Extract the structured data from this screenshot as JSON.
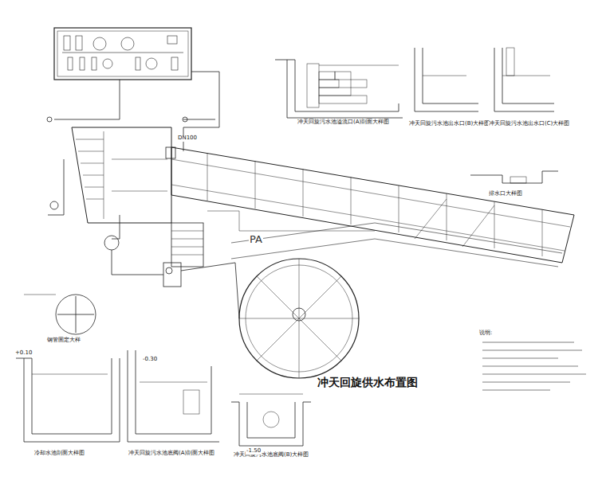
{
  "diagram": {
    "title": "冲天回旋供水布置图",
    "labels": [
      "冲天回旋污水池溢流口(A)剖面大样图",
      "冲天回旋污水池出水口(B)大样图",
      "冲天回旋污水池出水口(C)大样图",
      "排水口大样图",
      "钢管固定大样",
      "冷却水池剖面大样图",
      "冲天回旋污水池底阀(A)剖面大样图",
      "冲天回旋污水池底阀(B)大样图",
      "PA",
      "说明:",
      "+0.10",
      "-0.30",
      "-1.50",
      "DN100"
    ]
  }
}
